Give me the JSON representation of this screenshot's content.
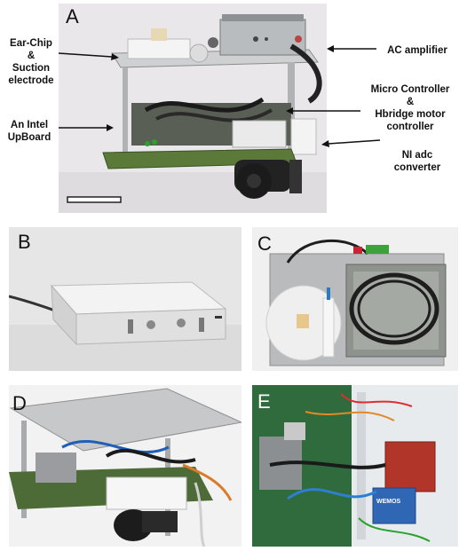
{
  "panels": {
    "a": {
      "label": "A"
    },
    "b": {
      "label": "B"
    },
    "c": {
      "label": "C"
    },
    "d": {
      "label": "D"
    },
    "e": {
      "label": "E"
    }
  },
  "annotations": {
    "ear_chip": {
      "line1": "Ear-Chip",
      "line2": "&",
      "line3": "Suction",
      "line4": "electrode"
    },
    "intel": {
      "line1": "An Intel",
      "line2": "UpBoard"
    },
    "ac_amp": {
      "line1": "AC amplifier"
    },
    "micro": {
      "line1": "Micro Controller",
      "line2": "&",
      "line3": "Hbridge motor",
      "line4": "controller"
    },
    "ni_adc": {
      "line1": "NI  adc",
      "line2": "converter"
    }
  },
  "wemos_label": "WEMOS",
  "colors": {
    "background": "#ffffff",
    "text": "#111111",
    "photo_bg_a": "#e9e7ea",
    "photo_bg_b": "#e6e6e6",
    "photo_bg_c": "#f0f0f0",
    "photo_bg_d": "#f2f2f2",
    "photo_bg_e": "#3a4a52"
  }
}
